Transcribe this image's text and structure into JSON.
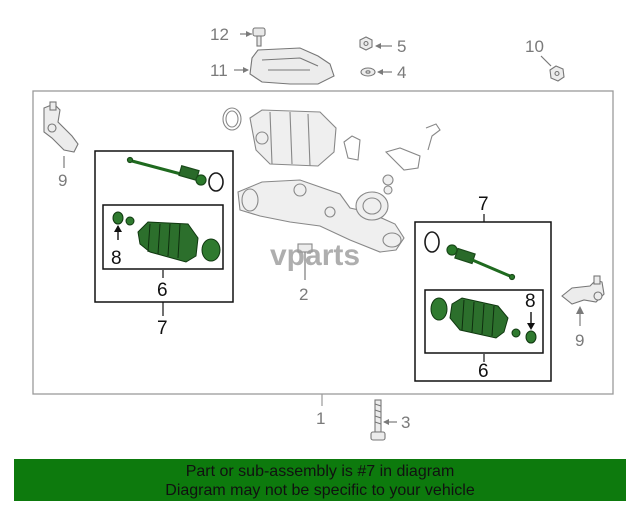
{
  "callouts": {
    "c1": "1",
    "c2": "2",
    "c3": "3",
    "c4": "4",
    "c5": "5",
    "c6_left": "6",
    "c6_right": "6",
    "c7_left_top": "7",
    "c7_left_bottom": "7",
    "c7_right": "7",
    "c8_left": "8",
    "c8_right": "8",
    "c9_left": "9",
    "c9_right": "9",
    "c10": "10",
    "c11": "11",
    "c12": "12"
  },
  "watermark": "vparts",
  "highlight_color": "#1a6e1a",
  "banner": {
    "line1": "Part or sub-assembly is #7 in diagram",
    "line2": "Diagram may not be specific to your vehicle",
    "color": "#0d7a0d"
  }
}
